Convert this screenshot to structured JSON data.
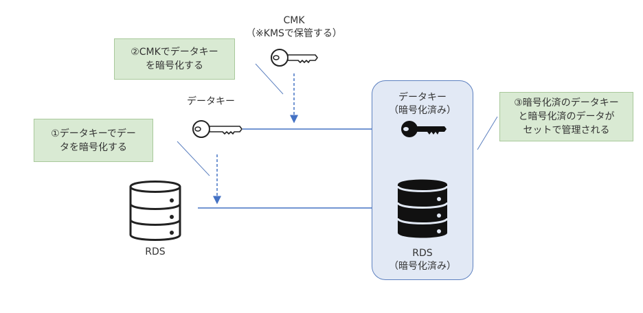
{
  "cmk": {
    "title": "CMK",
    "subtitle": "（※KMSで保管する）"
  },
  "data_key": {
    "label": "データキー"
  },
  "rds": {
    "label": "RDS"
  },
  "encrypted_panel": {
    "key_title": "データキー",
    "key_subtitle": "（暗号化済み）",
    "rds_title": "RDS",
    "rds_subtitle": "（暗号化済み）"
  },
  "notes": {
    "step1_line1": "①データキーでデー",
    "step1_line2": "タを暗号化する",
    "step2_line1": "②CMKでデータキー",
    "step2_line2": "を暗号化する",
    "step3_line1": "③暗号化済のデータキー",
    "step3_line2": "と暗号化済のデータが",
    "step3_line3": "セットで管理される"
  },
  "colors": {
    "arrow": "#4472c4",
    "note_fill": "#d9ead3",
    "panel_fill": "#e2e9f5",
    "icon": "#222222"
  },
  "icons": [
    "key-icon",
    "database-icon"
  ]
}
